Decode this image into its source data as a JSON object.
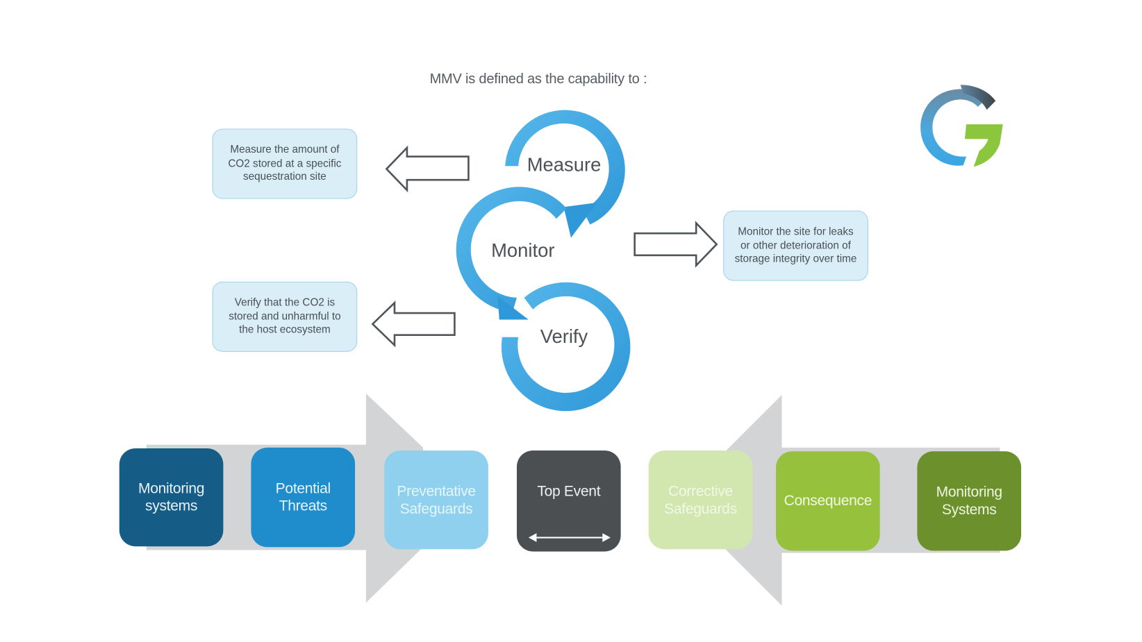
{
  "title": "MMV is defined as the capability to :",
  "logo": {
    "icon": "g-swirl-logo-icon",
    "colors": {
      "blue": "#4aa8de",
      "steel": "#5f87a6",
      "dark": "#3c4448",
      "green": "#8cc63f"
    }
  },
  "cycle": {
    "color": "#3aa3e0",
    "steps": [
      {
        "label": "Measure",
        "description": "Measure the amount of CO2 stored at a specific sequestration site",
        "arrow": "left"
      },
      {
        "label": "Monitor",
        "description": "Monitor the site for leaks or other deterioration of storage integrity over time",
        "arrow": "right"
      },
      {
        "label": "Verify",
        "description": "Verify that the CO2 is stored and unharmful to the host ecosystem",
        "arrow": "left"
      }
    ]
  },
  "bowtie": {
    "left_arrow_direction": "right",
    "right_arrow_direction": "left",
    "arrow_color": "#d3d4d5",
    "blocks": [
      {
        "label": "Monitoring systems",
        "color": "#155d86",
        "text_color": "#e8f2f8"
      },
      {
        "label": "Potential Threats",
        "color": "#1f8ccb",
        "text_color": "#e8f4fb"
      },
      {
        "label": "Preventative Safeguards",
        "color": "#8fd0ee",
        "text_color": "#e6f6fd"
      },
      {
        "label": "Top Event",
        "color": "#4b4f52",
        "text_color": "#f0f0f0",
        "icon": "double-arrow-icon"
      },
      {
        "label": "Corrective Safeguards",
        "color": "#d2e6b0",
        "text_color": "#f1f8e6"
      },
      {
        "label": "Consequence",
        "color": "#96c13d",
        "text_color": "#f1f9e2"
      },
      {
        "label": "Monitoring Systems",
        "color": "#6b902c",
        "text_color": "#eef6df"
      }
    ]
  }
}
